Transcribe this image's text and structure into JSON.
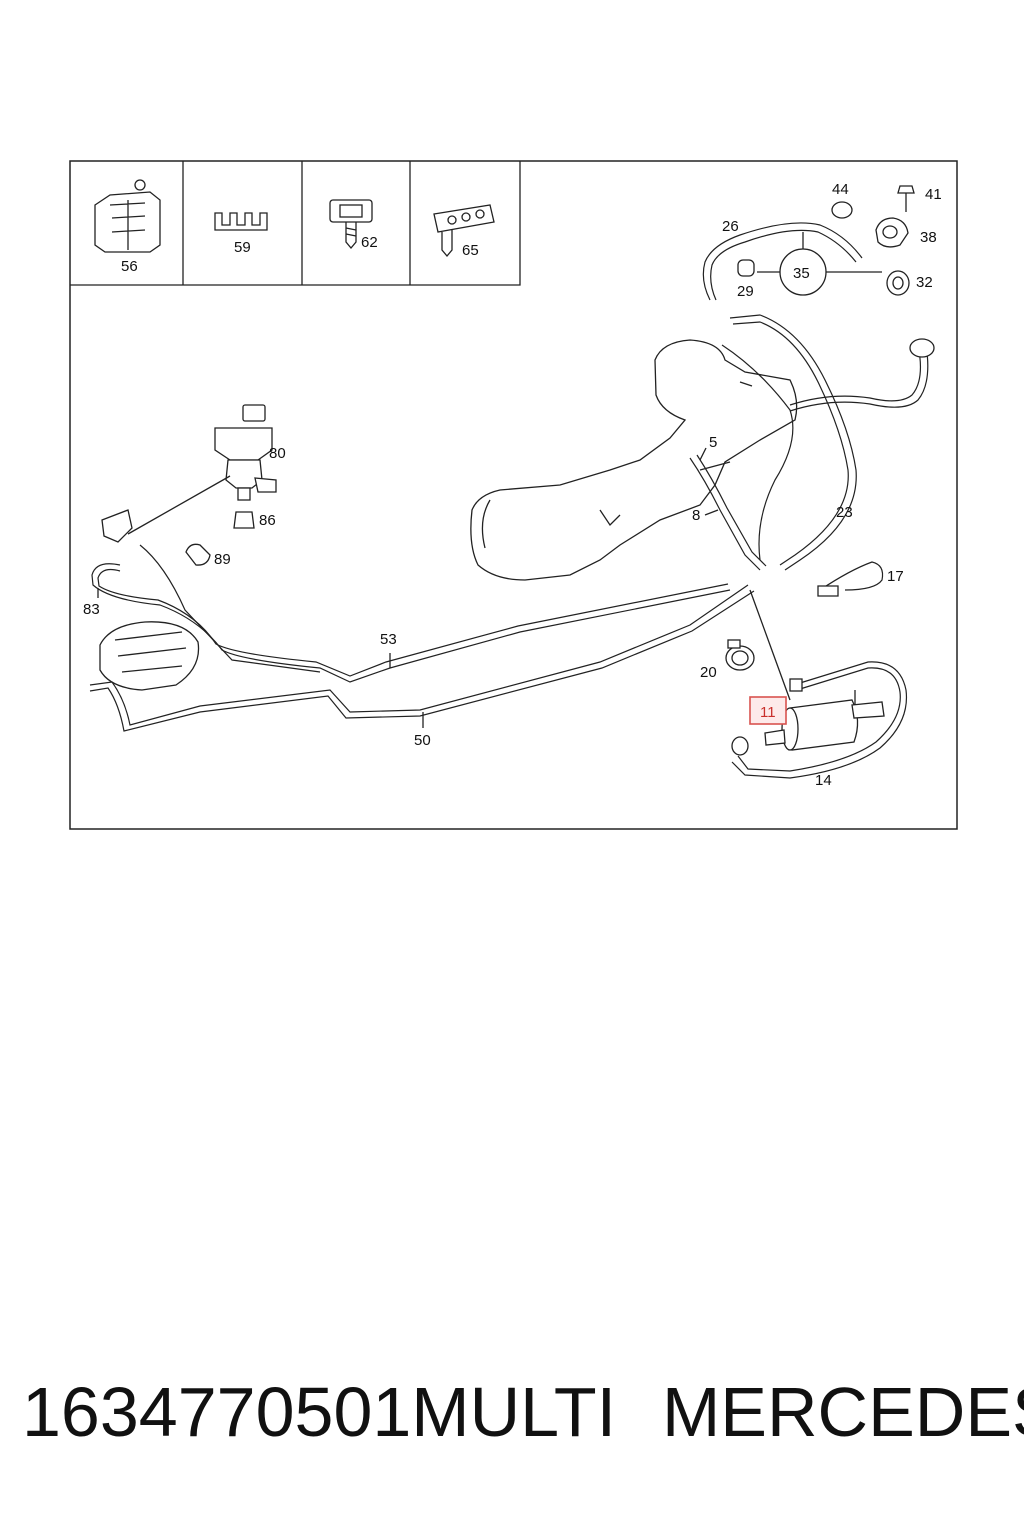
{
  "callouts": {
    "c56": "56",
    "c59": "59",
    "c62": "62",
    "c65": "65",
    "c44": "44",
    "c41": "41",
    "c26": "26",
    "c38": "38",
    "c35": "35",
    "c29": "29",
    "c32": "32",
    "c80": "80",
    "c86": "86",
    "c89": "89",
    "c83": "83",
    "c5": "5",
    "c8": "8",
    "c23": "23",
    "c17": "17",
    "c53": "53",
    "c50": "50",
    "c20": "20",
    "c11": "11",
    "c14": "14"
  },
  "caption": {
    "part_number": "1634770501MULTI",
    "brand": "MERCEDES"
  },
  "colors": {
    "highlight": "#d9534f",
    "line": "#222222"
  }
}
